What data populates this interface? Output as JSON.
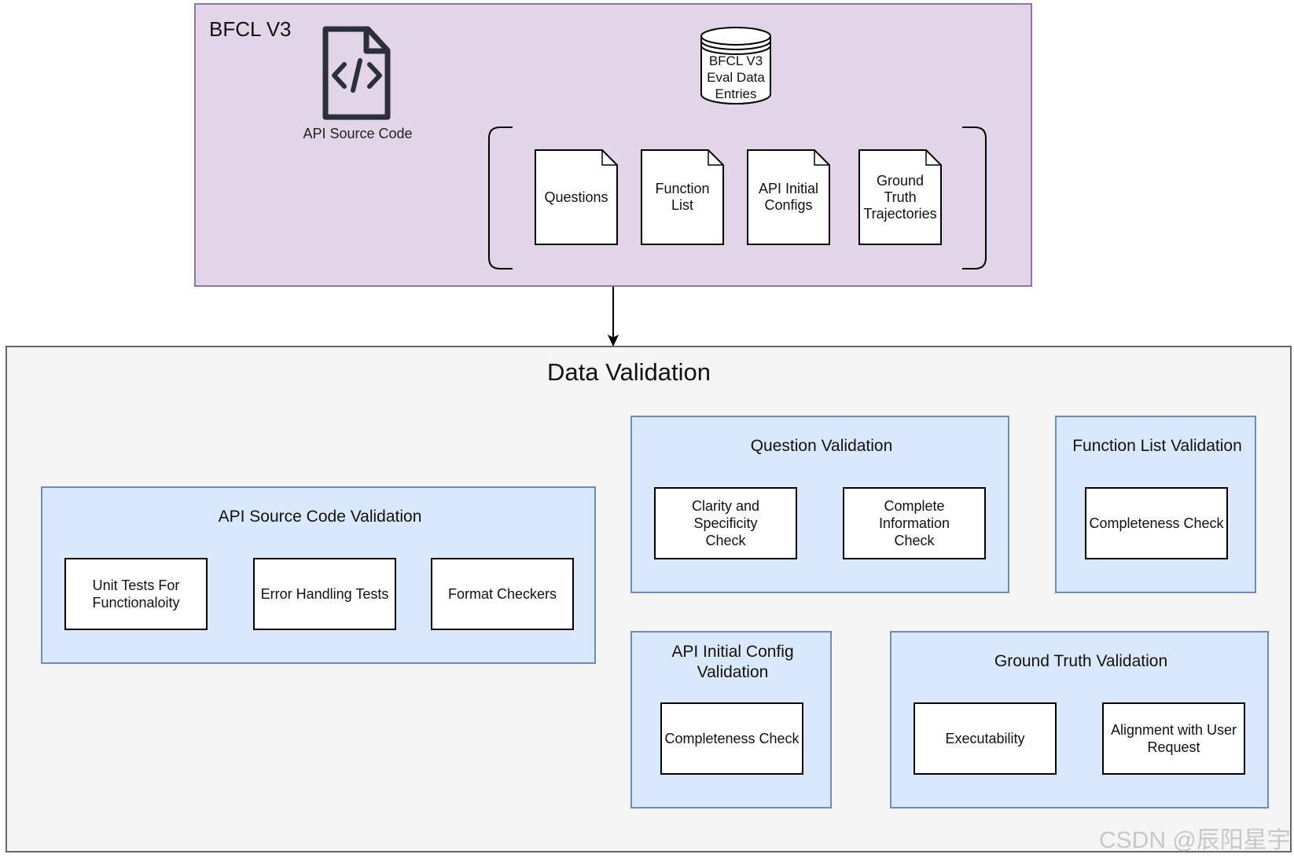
{
  "source": {
    "title": "BFCL V3",
    "api_source_code_label": "API Source Code",
    "eval_data_label": [
      "BFCL V3",
      "Eval Data",
      "Entries"
    ],
    "entries": [
      [
        "Questions"
      ],
      [
        "Function",
        "List"
      ],
      [
        "API Initial",
        "Configs"
      ],
      [
        "Ground",
        "Truth",
        "Trajectories"
      ]
    ]
  },
  "validation": {
    "title": "Data Validation",
    "api_source_code": {
      "title": "API Source Code Validation",
      "checks": [
        [
          "Unit Tests For",
          "Functionaloity"
        ],
        [
          "Error Handling Tests"
        ],
        [
          "Format Checkers"
        ]
      ]
    },
    "question": {
      "title": "Question Validation",
      "checks": [
        [
          "Clarity and Specificity",
          "Check"
        ],
        [
          "Complete Information",
          "Check"
        ]
      ]
    },
    "function_list": {
      "title": "Function List Validation",
      "checks": [
        [
          "Completeness Check"
        ]
      ]
    },
    "api_initial_config": {
      "title": [
        "API Initial Config",
        "Validation"
      ],
      "checks": [
        [
          "Completeness Check"
        ]
      ]
    },
    "ground_truth": {
      "title": "Ground Truth Validation",
      "checks": [
        [
          "Executability"
        ],
        [
          "Alignment with User",
          "Request"
        ]
      ]
    }
  },
  "watermark": "CSDN @辰阳星宇",
  "colors": {
    "source_fill": "#e1d5e7",
    "source_border": "#9673a6",
    "validation_fill": "#f5f5f5",
    "group_fill": "#dae8fc",
    "group_border": "#6c8ebf",
    "icon_color": "#2b2f3a"
  }
}
